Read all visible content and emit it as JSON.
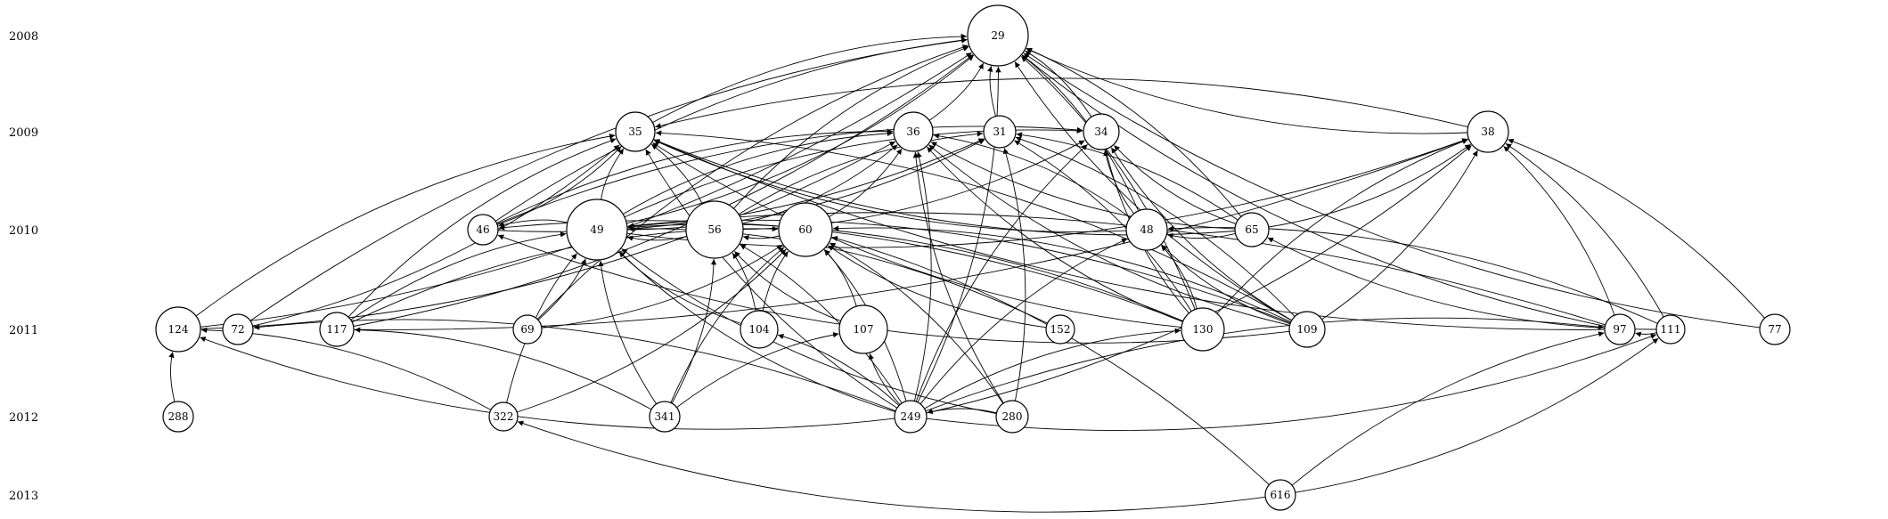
{
  "diagram": {
    "years": [
      "2008",
      "2009",
      "2010",
      "2011",
      "2012",
      "2013"
    ],
    "nodes": [
      {
        "id": "29",
        "year": "2008"
      },
      {
        "id": "35",
        "year": "2009"
      },
      {
        "id": "36",
        "year": "2009"
      },
      {
        "id": "31",
        "year": "2009"
      },
      {
        "id": "34",
        "year": "2009"
      },
      {
        "id": "38",
        "year": "2009"
      },
      {
        "id": "46",
        "year": "2010"
      },
      {
        "id": "49",
        "year": "2010"
      },
      {
        "id": "56",
        "year": "2010"
      },
      {
        "id": "60",
        "year": "2010"
      },
      {
        "id": "48",
        "year": "2010"
      },
      {
        "id": "65",
        "year": "2010"
      },
      {
        "id": "124",
        "year": "2011"
      },
      {
        "id": "72",
        "year": "2011"
      },
      {
        "id": "117",
        "year": "2011"
      },
      {
        "id": "69",
        "year": "2011"
      },
      {
        "id": "104",
        "year": "2011"
      },
      {
        "id": "107",
        "year": "2011"
      },
      {
        "id": "152",
        "year": "2011"
      },
      {
        "id": "130",
        "year": "2011"
      },
      {
        "id": "109",
        "year": "2011"
      },
      {
        "id": "97",
        "year": "2011"
      },
      {
        "id": "111",
        "year": "2011"
      },
      {
        "id": "77",
        "year": "2011"
      },
      {
        "id": "288",
        "year": "2012"
      },
      {
        "id": "322",
        "year": "2012"
      },
      {
        "id": "341",
        "year": "2012"
      },
      {
        "id": "249",
        "year": "2012"
      },
      {
        "id": "280",
        "year": "2012"
      },
      {
        "id": "616",
        "year": "2013"
      }
    ],
    "edges": [
      [
        "35",
        "29"
      ],
      [
        "36",
        "29"
      ],
      [
        "31",
        "29"
      ],
      [
        "34",
        "29"
      ],
      [
        "38",
        "29"
      ],
      [
        "38",
        "35"
      ],
      [
        "46",
        "29"
      ],
      [
        "46",
        "35"
      ],
      [
        "46",
        "36"
      ],
      [
        "46",
        "31"
      ],
      [
        "46",
        "34"
      ],
      [
        "49",
        "46"
      ],
      [
        "49",
        "35"
      ],
      [
        "49",
        "29"
      ],
      [
        "49",
        "36"
      ],
      [
        "49",
        "31"
      ],
      [
        "49",
        "34"
      ],
      [
        "49",
        "38"
      ],
      [
        "56",
        "49"
      ],
      [
        "56",
        "35"
      ],
      [
        "56",
        "29"
      ],
      [
        "56",
        "36"
      ],
      [
        "56",
        "31"
      ],
      [
        "56",
        "34"
      ],
      [
        "60",
        "56"
      ],
      [
        "60",
        "36"
      ],
      [
        "48",
        "35"
      ],
      [
        "48",
        "29"
      ],
      [
        "48",
        "34"
      ],
      [
        "48",
        "36"
      ],
      [
        "65",
        "48"
      ],
      [
        "65",
        "38"
      ],
      [
        "65",
        "34"
      ],
      [
        "65",
        "29"
      ],
      [
        "65",
        "36"
      ],
      [
        "65",
        "31"
      ],
      [
        "65",
        "35"
      ],
      [
        "124",
        "29"
      ],
      [
        "124",
        "35"
      ],
      [
        "124",
        "36"
      ],
      [
        "72",
        "29"
      ],
      [
        "72",
        "35"
      ],
      [
        "117",
        "49"
      ],
      [
        "117",
        "29"
      ],
      [
        "117",
        "35"
      ],
      [
        "117",
        "38"
      ],
      [
        "117",
        "60"
      ],
      [
        "69",
        "49"
      ],
      [
        "69",
        "29"
      ],
      [
        "69",
        "60"
      ],
      [
        "104",
        "49"
      ],
      [
        "104",
        "56"
      ],
      [
        "104",
        "60"
      ],
      [
        "107",
        "60"
      ],
      [
        "107",
        "56"
      ],
      [
        "152",
        "49"
      ],
      [
        "152",
        "60"
      ],
      [
        "130",
        "29"
      ],
      [
        "130",
        "38"
      ],
      [
        "130",
        "48"
      ],
      [
        "130",
        "34"
      ],
      [
        "130",
        "46"
      ],
      [
        "130",
        "35"
      ],
      [
        "130",
        "49"
      ],
      [
        "130",
        "36"
      ],
      [
        "130",
        "31"
      ],
      [
        "109",
        "29"
      ],
      [
        "109",
        "38"
      ],
      [
        "109",
        "48"
      ],
      [
        "109",
        "49"
      ],
      [
        "109",
        "46"
      ],
      [
        "109",
        "35"
      ],
      [
        "109",
        "34"
      ],
      [
        "109",
        "31"
      ],
      [
        "109",
        "36"
      ],
      [
        "109",
        "60"
      ],
      [
        "97",
        "29"
      ],
      [
        "97",
        "38"
      ],
      [
        "97",
        "35"
      ],
      [
        "97",
        "49"
      ],
      [
        "111",
        "97"
      ],
      [
        "111",
        "38"
      ],
      [
        "111",
        "65"
      ],
      [
        "111",
        "48"
      ],
      [
        "77",
        "29"
      ],
      [
        "77",
        "38"
      ],
      [
        "288",
        "124"
      ],
      [
        "322",
        "124"
      ],
      [
        "322",
        "49"
      ],
      [
        "322",
        "60"
      ],
      [
        "341",
        "49"
      ],
      [
        "341",
        "56"
      ],
      [
        "341",
        "107"
      ],
      [
        "341",
        "117"
      ],
      [
        "341",
        "60"
      ],
      [
        "249",
        "29"
      ],
      [
        "249",
        "34"
      ],
      [
        "249",
        "38"
      ],
      [
        "249",
        "97"
      ],
      [
        "249",
        "111"
      ],
      [
        "249",
        "130"
      ],
      [
        "249",
        "104"
      ],
      [
        "249",
        "107"
      ],
      [
        "249",
        "56"
      ],
      [
        "249",
        "49"
      ],
      [
        "249",
        "60"
      ],
      [
        "249",
        "48"
      ],
      [
        "249",
        "72"
      ],
      [
        "249",
        "124"
      ],
      [
        "249",
        "36"
      ],
      [
        "249",
        "35"
      ],
      [
        "280",
        "249"
      ],
      [
        "280",
        "49"
      ],
      [
        "280",
        "60"
      ],
      [
        "280",
        "36"
      ],
      [
        "280",
        "31"
      ],
      [
        "616",
        "97"
      ],
      [
        "616",
        "111"
      ],
      [
        "616",
        "322"
      ],
      [
        "616",
        "60"
      ]
    ]
  }
}
